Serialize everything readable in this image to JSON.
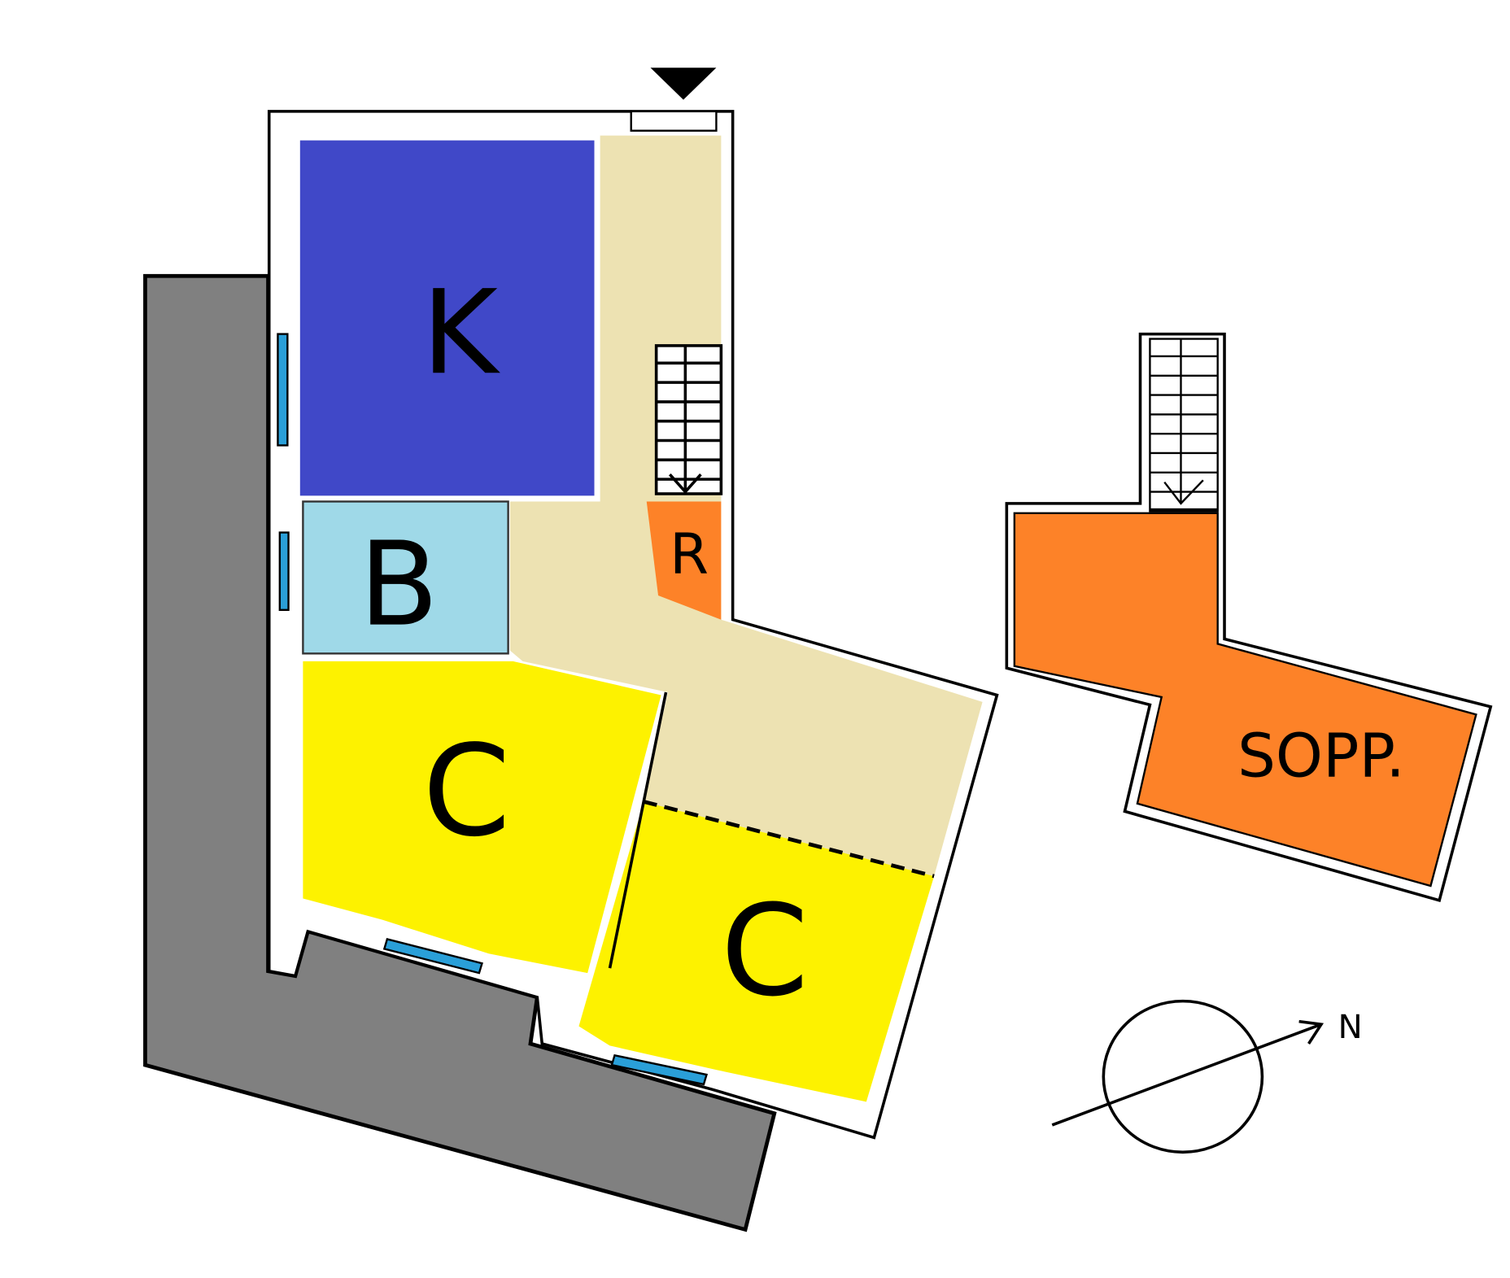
{
  "rooms": {
    "kitchen": {
      "label": "K",
      "color": "#4048c8"
    },
    "bathroom": {
      "label": "B",
      "color": "#9fd9e8"
    },
    "bedroom_1": {
      "label": "C",
      "color": "#fdf200"
    },
    "bedroom_2": {
      "label": "C",
      "color": "#fdf200"
    },
    "storage": {
      "label": "R",
      "color": "#fd8228"
    },
    "mezzanine": {
      "label": "SOPP.",
      "color": "#fd8228"
    },
    "corridor": {
      "color": "#ede2b2"
    }
  },
  "compass": {
    "label": "N"
  },
  "colors": {
    "neighbor": "#808080",
    "window": "#2a9fd8"
  }
}
